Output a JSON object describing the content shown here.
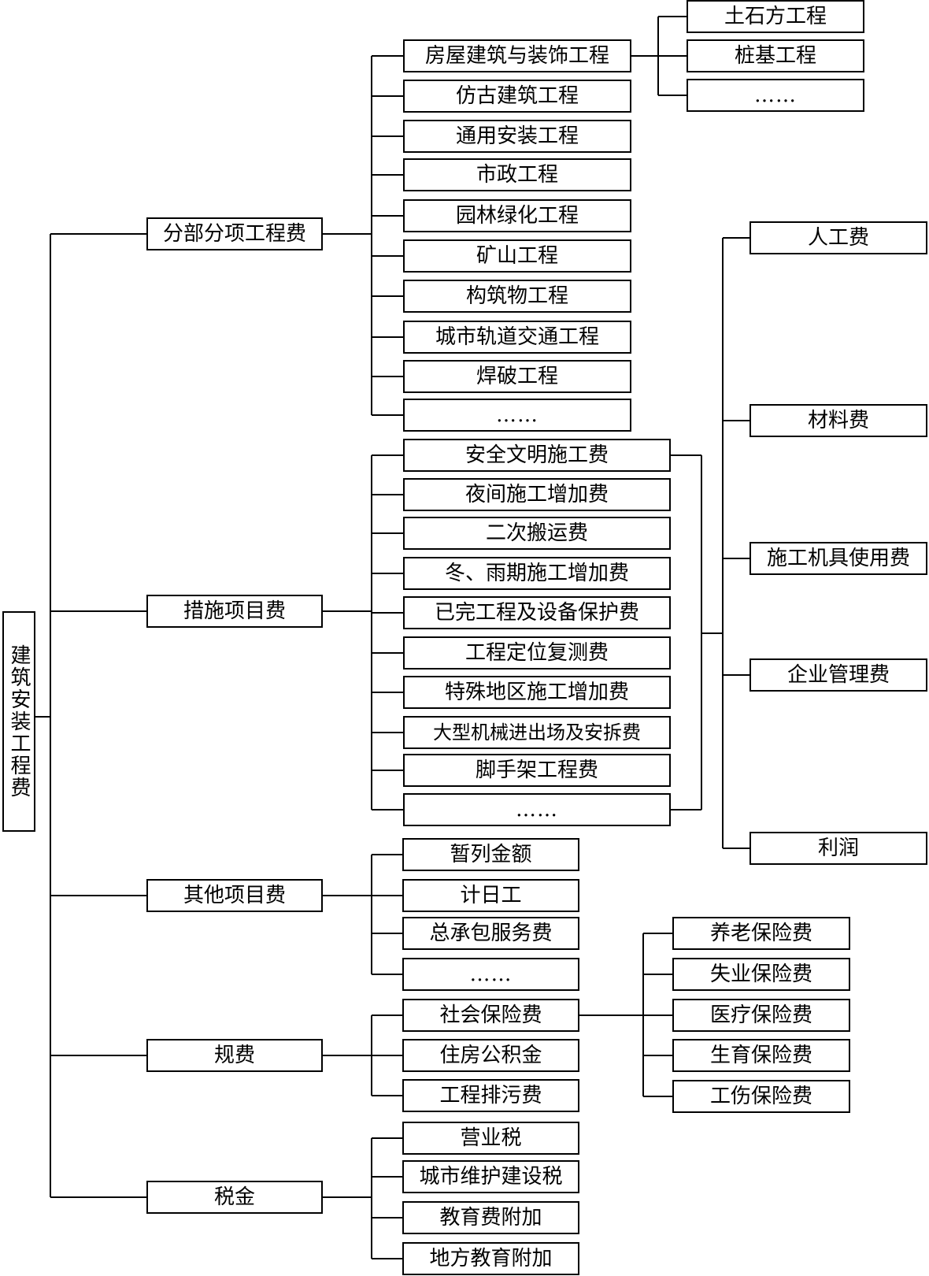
{
  "diagram": {
    "root": "建筑安装工程费",
    "fenbu": {
      "label": "分部分项工程费",
      "items": [
        "房屋建筑与装饰工程",
        "仿古建筑工程",
        "通用安装工程",
        "市政工程",
        "园林绿化工程",
        "矿山工程",
        "构筑物工程",
        "城市轨道交通工程",
        "焊破工程",
        "……"
      ]
    },
    "fangwu_sub": [
      "土石方工程",
      "桩基工程",
      "……"
    ],
    "cuoshi": {
      "label": "措施项目费",
      "items": [
        "安全文明施工费",
        "夜间施工增加费",
        "二次搬运费",
        "冬、雨期施工增加费",
        "已完工程及设备保护费",
        "工程定位复测费",
        "特殊地区施工增加费",
        "大型机械进出场及安拆费",
        "脚手架工程费",
        "……"
      ]
    },
    "cost_components": [
      "人工费",
      "材料费",
      "施工机具使用费",
      "企业管理费",
      "利润"
    ],
    "qita": {
      "label": "其他项目费",
      "items": [
        "暂列金额",
        "计日工",
        "总承包服务费",
        "……"
      ]
    },
    "guifei": {
      "label": "规费",
      "items": [
        "社会保险费",
        "住房公积金",
        "工程排污费"
      ]
    },
    "shebao_sub": [
      "养老保险费",
      "失业保险费",
      "医疗保险费",
      "生育保险费",
      "工伤保险费"
    ],
    "shuijin": {
      "label": "税金",
      "items": [
        "营业税",
        "城市维护建设税",
        "教育费附加",
        "地方教育附加"
      ]
    }
  }
}
